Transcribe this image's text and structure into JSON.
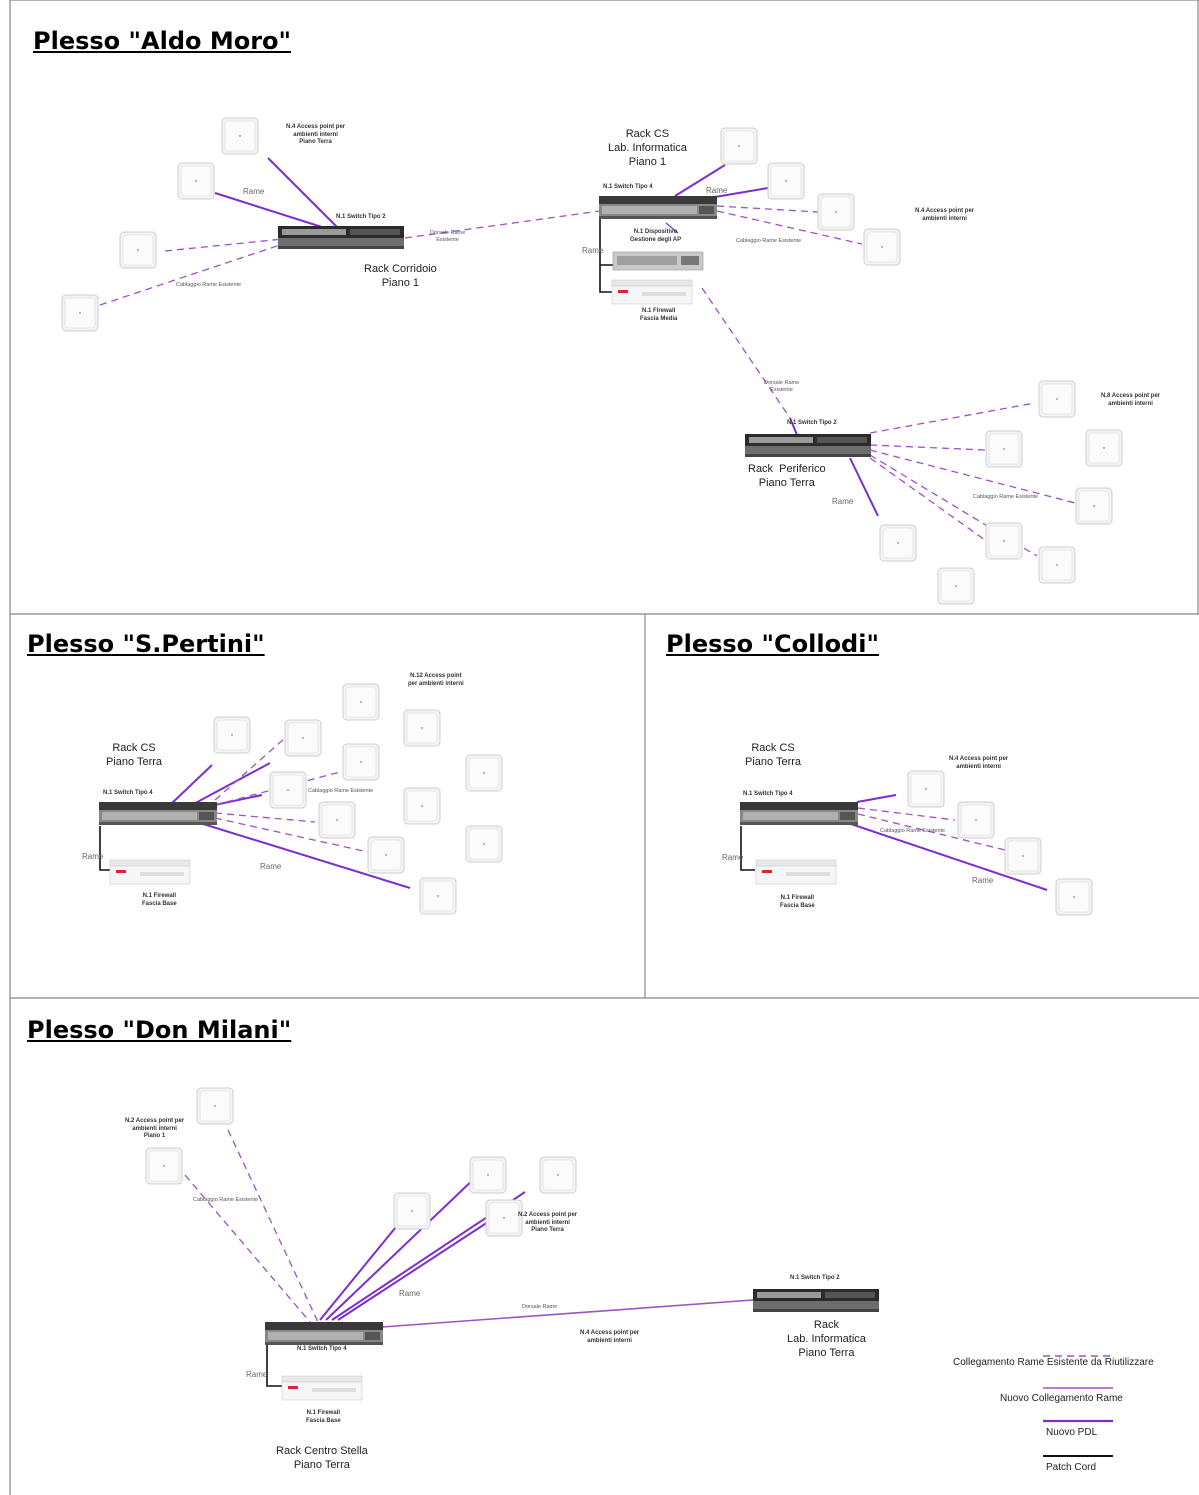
{
  "sections": {
    "aldo_moro": "Plesso \"Aldo Moro\"",
    "pertini": "Plesso \"S.Pertini\"",
    "collodi": "Plesso \"Collodi\"",
    "don_milani": "Plesso \"Don Milani\""
  },
  "aldo_moro": {
    "rack_corridoio": "Rack Corridoio\nPiano 1",
    "rack_cs": "Rack CS\nLab. Informatica\nPiano 1",
    "rack_periferico": "Rack  Periferico\nPiano Terra",
    "switch_corridoio": "N.1 Switch Tipo 2",
    "switch_cs": "N.1 Switch Tipo 4",
    "switch_periferico": "N.1 Switch Tipo 2",
    "ap_left": "N.4 Access point per\nambienti interni\nPiano Terra",
    "ap_right": "N.4 Access point per\nambienti interni",
    "ap_periferico": "N.8 Access point per\nambienti interni",
    "dispositivo": "N.1 Dispositivo\nGestione degli AP",
    "firewall": "N.1 Firewall\nFascia Media",
    "dorsale1": "Dorsale Rame\nEsistente",
    "dorsale2": "Dorsale Rame\nEsistente",
    "cablaggio1": "Cablaggio Rame Esistente",
    "cablaggio2": "Cablaggio Rame Esistente",
    "cablaggio3": "Cablaggio Rame Esistente",
    "rame1": "Rame",
    "rame2": "Rame",
    "rame3": "Rame",
    "rame4": "Rame"
  },
  "pertini": {
    "rack": "Rack CS\nPiano Terra",
    "switch": "N.1 Switch Tipo 4",
    "ap": "N.12 Access point\nper ambienti interni",
    "cablaggio": "Cablaggio Rame Esistente",
    "firewall": "N.1 Firewall\nFascia Base",
    "rame1": "Rame",
    "rame2": "Rame"
  },
  "collodi": {
    "rack": "Rack CS\nPiano Terra",
    "switch": "N.1 Switch Tipo 4",
    "ap": "N.4 Access point per\nambienti interni",
    "cablaggio": "Cablaggio Rame Esistente",
    "firewall": "N.1 Firewall\nFascia Base",
    "rame1": "Rame",
    "rame2": "Rame"
  },
  "don_milani": {
    "ap_piano1": "N.2 Access point per\nambienti interni\nPiano 1",
    "cablaggio": "Cablaggio Rame Esistente",
    "ap_terra": "N.2 Access point per\nambienti interni\nPiano Terra",
    "rame1": "Rame",
    "rame2": "Rame",
    "dorsale": "Dorsale Rame",
    "switch_centro": "N.1 Switch Tipo 4",
    "switch_lab": "N.1 Switch Tipo 2",
    "rack_lab": "Rack\nLab. Informatica\nPiano Terra",
    "ap_lab": "N.4 Access point per\nambienti interni",
    "firewall": "N.1 Firewall\nFascia Base",
    "rack_centro": "Rack Centro Stella\nPiano Terra"
  },
  "legend": {
    "existing": "Collegamento Rame Esistente da Riutilizzare",
    "new_copper": "Nuovo Collegamento Rame",
    "new_pdl": "Nuovo PDL",
    "patch": "Patch Cord"
  },
  "colors": {
    "purple": "#7B2FD0",
    "dashed": "#A050C8",
    "patch": "#111111",
    "border": "#888888"
  }
}
